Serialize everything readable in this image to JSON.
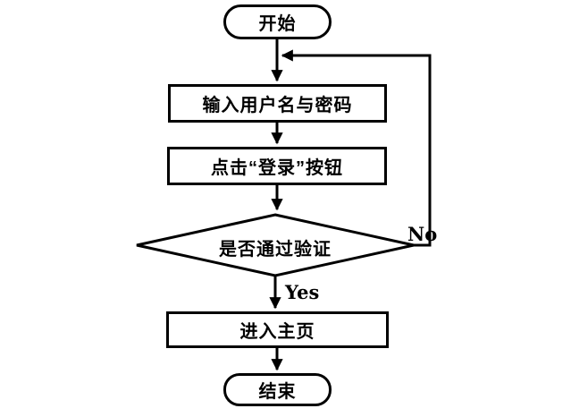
{
  "canvas": {
    "background_color": "#ffffff",
    "line_color": "#000000",
    "shape_fill": "#ffffff"
  },
  "flowchart": {
    "nodes": {
      "start": {
        "label": "开始",
        "type": "terminator"
      },
      "input": {
        "label": "输入用户名与密码",
        "type": "process"
      },
      "click": {
        "label": "点击“登录”按钮",
        "type": "process"
      },
      "verify": {
        "label": "是否通过验证",
        "type": "decision"
      },
      "home": {
        "label": "进入主页",
        "type": "process"
      },
      "end": {
        "label": "结束",
        "type": "terminator"
      }
    },
    "edge_labels": {
      "yes": "Yes",
      "no": "No"
    }
  }
}
